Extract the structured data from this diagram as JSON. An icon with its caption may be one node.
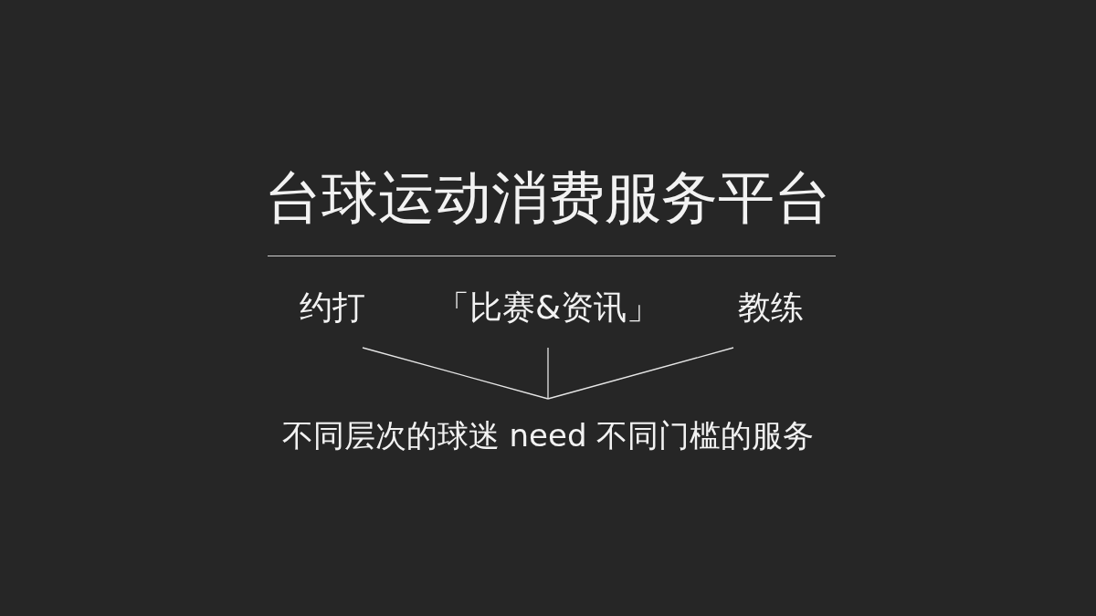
{
  "diagram": {
    "title": "台球运动消费服务平台",
    "nodes": [
      {
        "text": [
          "约打"
        ]
      },
      {
        "text": [
          "「比赛&资讯」"
        ]
      },
      {
        "text": [
          "教练"
        ]
      },
      {
        "text": [
          "不同层次的球迷 need 不同门槛的服务"
        ]
      }
    ],
    "edges": [
      {
        "from": 0,
        "to": 3,
        "arrow": "none"
      },
      {
        "from": 1,
        "to": 3,
        "arrow": "none"
      },
      {
        "from": 2,
        "to": 3,
        "arrow": "none"
      }
    ]
  }
}
